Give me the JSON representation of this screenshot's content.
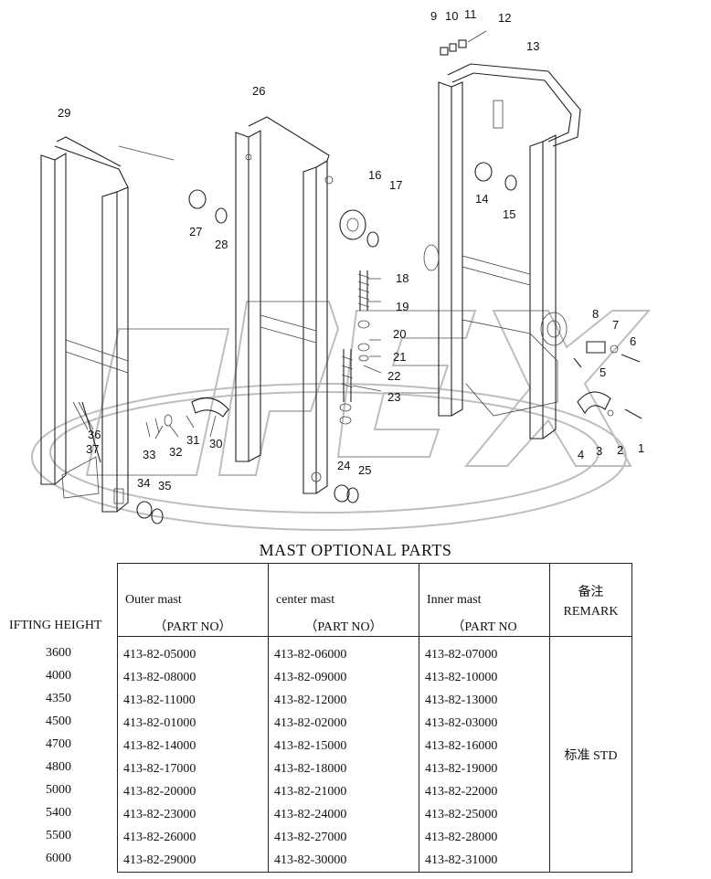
{
  "title": "MAST    OPTIONAL PARTS",
  "watermark": "OPEX",
  "callouts": [
    "1",
    "2",
    "3",
    "4",
    "5",
    "6",
    "7",
    "8",
    "9",
    "10",
    "11",
    "12",
    "13",
    "14",
    "15",
    "16",
    "17",
    "18",
    "19",
    "20",
    "21",
    "22",
    "23",
    "24",
    "25",
    "26",
    "27",
    "28",
    "29",
    "30",
    "31",
    "32",
    "33",
    "34",
    "35",
    "36",
    "37"
  ],
  "table": {
    "col_lifting_header": "IFTING HEIGHT",
    "col_outer": "Outer mast",
    "col_center": "center mast",
    "col_inner": "Inner mast",
    "part_no_outer": "（PART NO）",
    "part_no_center": "（PART NO）",
    "part_no_inner": "（PART NO",
    "remark_cn": "备注",
    "remark_en": "REMARK",
    "remark_value": "标准 STD",
    "heights": [
      "3600",
      "4000",
      "4350",
      "4500",
      "4700",
      "4800",
      "5000",
      "5400",
      "5500",
      "6000"
    ],
    "outer": [
      "413-82-05000",
      "413-82-08000",
      "413-82-11000",
      "413-82-01000",
      "413-82-14000",
      "413-82-17000",
      "413-82-20000",
      "413-82-23000",
      "413-82-26000",
      "413-82-29000"
    ],
    "center": [
      "413-82-06000",
      "413-82-09000",
      "413-82-12000",
      "413-82-02000",
      "413-82-15000",
      "413-82-18000",
      "413-82-21000",
      "413-82-24000",
      "413-82-27000",
      "413-82-30000"
    ],
    "inner": [
      "413-82-07000",
      "413-82-10000",
      "413-82-13000",
      "413-82-03000",
      "413-82-16000",
      "413-82-19000",
      "413-82-22000",
      "413-82-25000",
      "413-82-28000",
      "413-82-31000"
    ]
  }
}
